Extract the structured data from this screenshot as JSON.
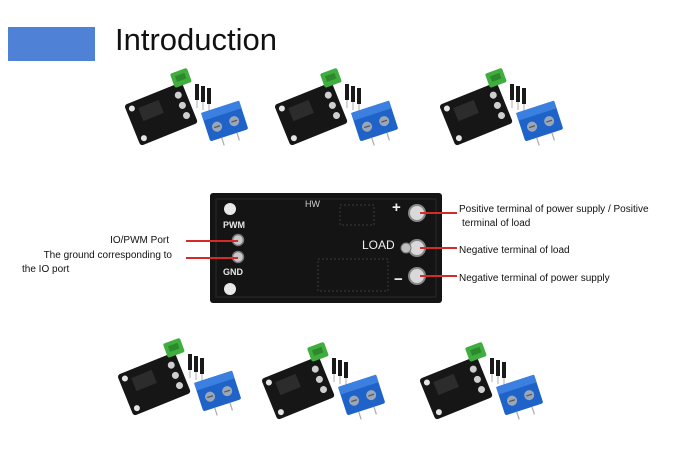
{
  "page": {
    "title": "Introduction",
    "accent_color": "#4f81d6"
  },
  "board": {
    "silk_hw": "HW",
    "silk_pwm": "PWM",
    "silk_gnd": "GND",
    "silk_load": "LOAD",
    "silk_plus": "+",
    "silk_minus": "−",
    "board_color": "#141414",
    "wire_color": "#d42a2a"
  },
  "labels": {
    "io_pwm_port": "IO/PWM Port",
    "ground_line1": "The ground corresponding to",
    "ground_line2": "the IO port",
    "positive_line1": "Positive terminal of power supply / Positive",
    "positive_line2": "terminal of load",
    "negative_load": "Negative terminal of load",
    "negative_supply": "Negative terminal of power supply"
  },
  "module_photos": {
    "count": 6,
    "icons": [
      "mosfet-module-icon",
      "green-header-icon",
      "blue-terminal-block-icon",
      "pin-header-icon"
    ]
  }
}
